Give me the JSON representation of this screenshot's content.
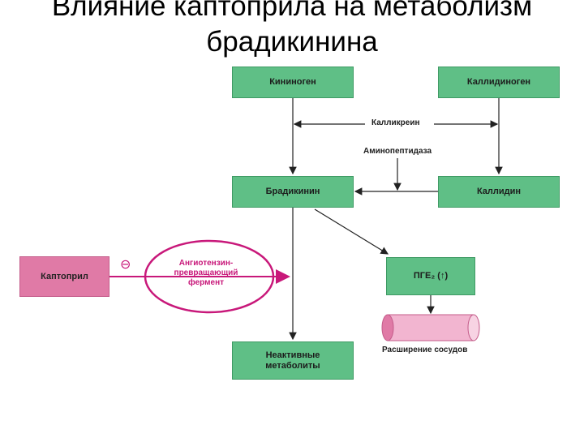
{
  "title": "Влияние каптоприла на метаболизм брадикинина",
  "boxes": {
    "kininogen": "Кининоген",
    "kallidinogen": "Каллидиноген",
    "bradykinin": "Брадикинин",
    "kallidin": "Каллидин",
    "pge2": "ПГЕ₂ (↑)",
    "inactive": "Неактивные метаболиты",
    "captopril": "Каптоприл"
  },
  "labels": {
    "kallikrein": "Калликреин",
    "aminopeptidase": "Аминопептидаза",
    "ace": "Ангиотензин-превращающий фермент",
    "vasodilation": "Расширение сосудов",
    "inhibit_sign": "⊖"
  },
  "colors": {
    "box_green": "#5fbf86",
    "box_pink": "#e07aa6",
    "accent_magenta": "#c8187a"
  }
}
